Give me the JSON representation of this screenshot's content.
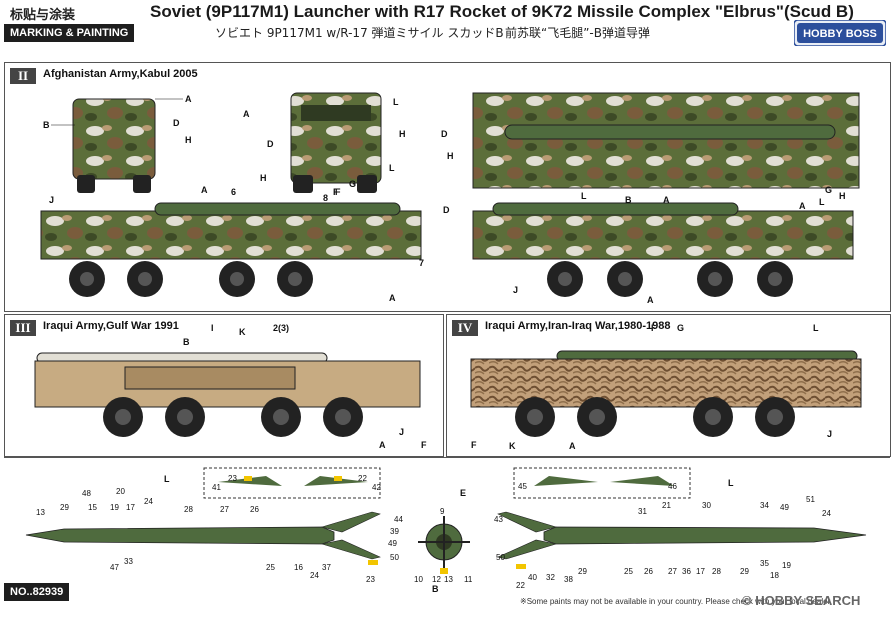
{
  "header": {
    "cn_title": "标贴与涂装",
    "en_title": "MARKING & PAINTING",
    "title": "Soviet (9P117M1) Launcher with R17 Rocket of 9K72 Missile Complex \"Elbrus\"(Scud B)",
    "subtitle_jp": "ソビエト 9P117M1 w/R-17 弾道ミサイル スカッドB",
    "subtitle_cn": "前苏联“飞毛腿”-B弹道导弹",
    "logo": "HOBBY BOSS"
  },
  "panels": [
    {
      "badge": "II",
      "name": "Afghanistan Army,Kabul 2005"
    },
    {
      "badge": "III",
      "name": "Iraqui Army,Gulf War 1991"
    },
    {
      "badge": "IV",
      "name": "Iraqui Army,Iran-Iraq War,1980-1988"
    }
  ],
  "product_no": "NO..82939",
  "footer_note": "※Some paints may not be available in your country. Please check with your local dealer.",
  "watermark": "© HOBBY SEARCH",
  "colors": {
    "camo_green": "#5c6e3a",
    "camo_tan": "#c7ab82",
    "camo_brown": "#7a5c3c",
    "camo_white": "#e2dfd5",
    "dark": "#1e1e1e",
    "rocket_green": "#4f6b3e"
  }
}
